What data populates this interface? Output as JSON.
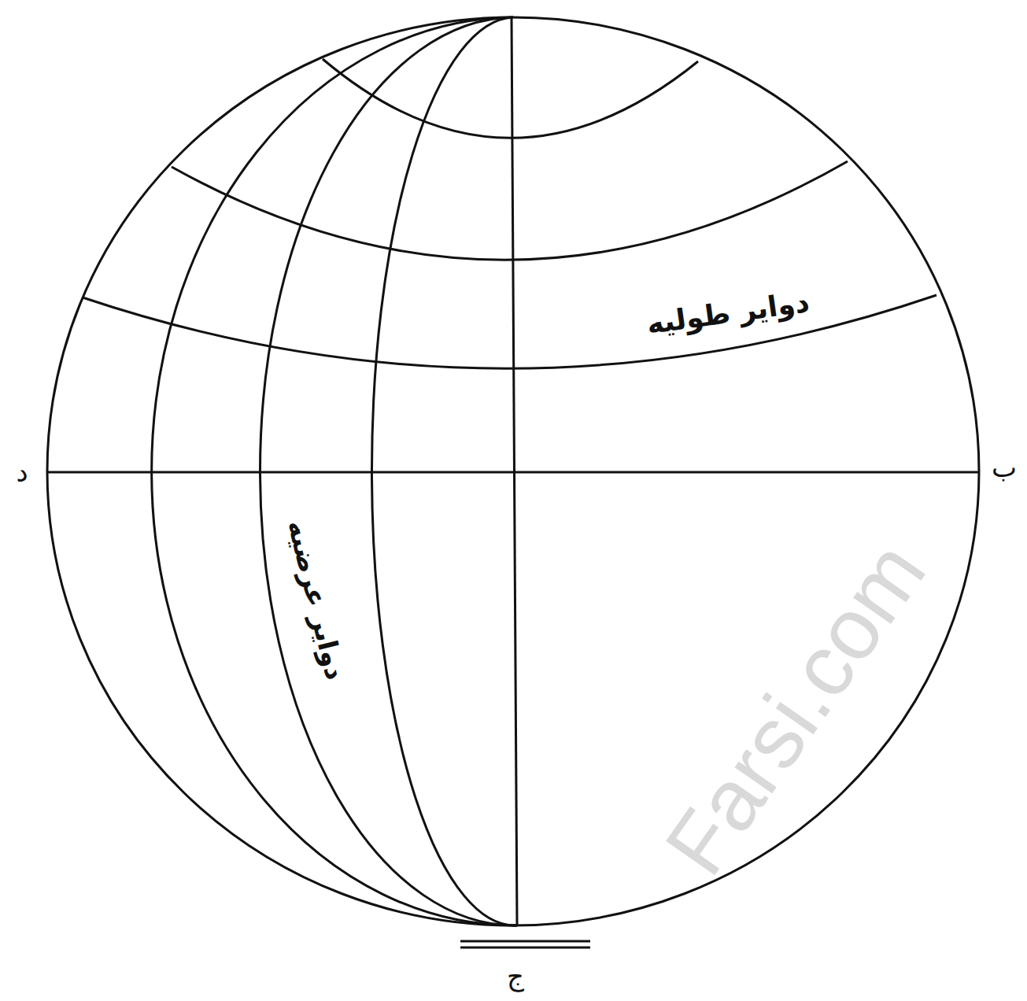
{
  "diagram": {
    "labels": [
      "دوایر طولیه",
      "دوایر عرضیه",
      "د",
      "ب",
      "ج",
      "Farsi.com"
    ]
  }
}
